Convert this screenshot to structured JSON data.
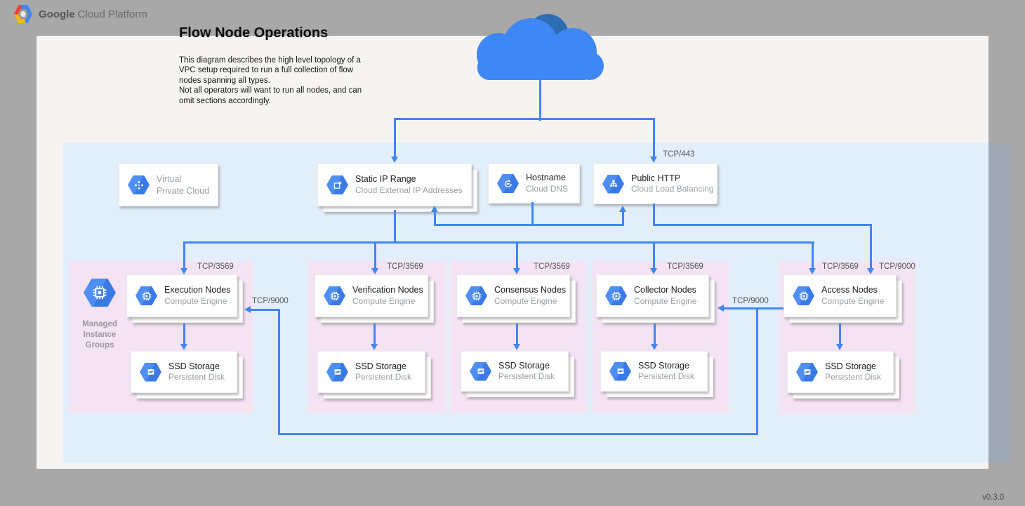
{
  "chrome": {
    "brand_bold": "Google",
    "brand_rest": "Cloud Platform",
    "version": "v0.3.0"
  },
  "doc": {
    "title": "Flow Node Operations",
    "description": "This diagram describes the high level topology of a VPC setup required to run a full collection of flow nodes spanning all types.\nNot all operators will want to run all nodes, and can omit sections accordingly."
  },
  "colors": {
    "accent_blue": "#4285f4",
    "cloud_dark_blue": "#2d6db3",
    "vpc_region_blue": "#e2effb",
    "group_pink": "#f4e3f3",
    "canvas": "#f5f4f2",
    "chrome_gray": "#a9a8a8"
  },
  "icon_names": [
    "google-cloud-platform-logo",
    "internet-cloud-icon",
    "virtual-private-cloud-icon",
    "external-ip-icon",
    "cloud-dns-icon",
    "cloud-load-balancing-icon",
    "compute-engine-icon",
    "persistent-disk-icon",
    "managed-instance-groups-icon"
  ],
  "services": {
    "vpc": {
      "label": "Virtual\nPrivate Cloud"
    },
    "static_ip": {
      "title": "Static IP Range",
      "subtitle": "Cloud External IP Addresses"
    },
    "hostname": {
      "title": "Hostname",
      "subtitle": "Cloud DNS"
    },
    "load_balancer": {
      "title": "Public HTTP",
      "subtitle": "Cloud Load Balancing"
    }
  },
  "mig_label": "Managed Instance Groups",
  "ports": {
    "https": "TCP/443",
    "flow": "TCP/3569",
    "access": "TCP/9000"
  },
  "groups": [
    {
      "name": "execution",
      "port": "TCP/3569",
      "compute": {
        "title": "Execution Nodes",
        "subtitle": "Compute Engine"
      },
      "storage": {
        "title": "SSD Storage",
        "subtitle": "Persistent Disk"
      }
    },
    {
      "name": "verification",
      "port": "TCP/3569",
      "compute": {
        "title": "Verification Nodes",
        "subtitle": "Compute Engine"
      },
      "storage": {
        "title": "SSD Storage",
        "subtitle": "Persistent Disk"
      }
    },
    {
      "name": "consensus",
      "port": "TCP/3569",
      "compute": {
        "title": "Consensus Nodes",
        "subtitle": "Compute Engine"
      },
      "storage": {
        "title": "SSD Storage",
        "subtitle": "Persistent Disk"
      }
    },
    {
      "name": "collector",
      "port": "TCP/3569",
      "compute": {
        "title": "Collector Nodes",
        "subtitle": "Compute Engine"
      },
      "storage": {
        "title": "SSD Storage",
        "subtitle": "Persistent Disk"
      }
    },
    {
      "name": "access",
      "port": "TCP/3569",
      "extra_port": "TCP/9000",
      "compute": {
        "title": "Access Nodes",
        "subtitle": "Compute Engine"
      },
      "storage": {
        "title": "SSD Storage",
        "subtitle": "Persistent Disk"
      }
    }
  ]
}
